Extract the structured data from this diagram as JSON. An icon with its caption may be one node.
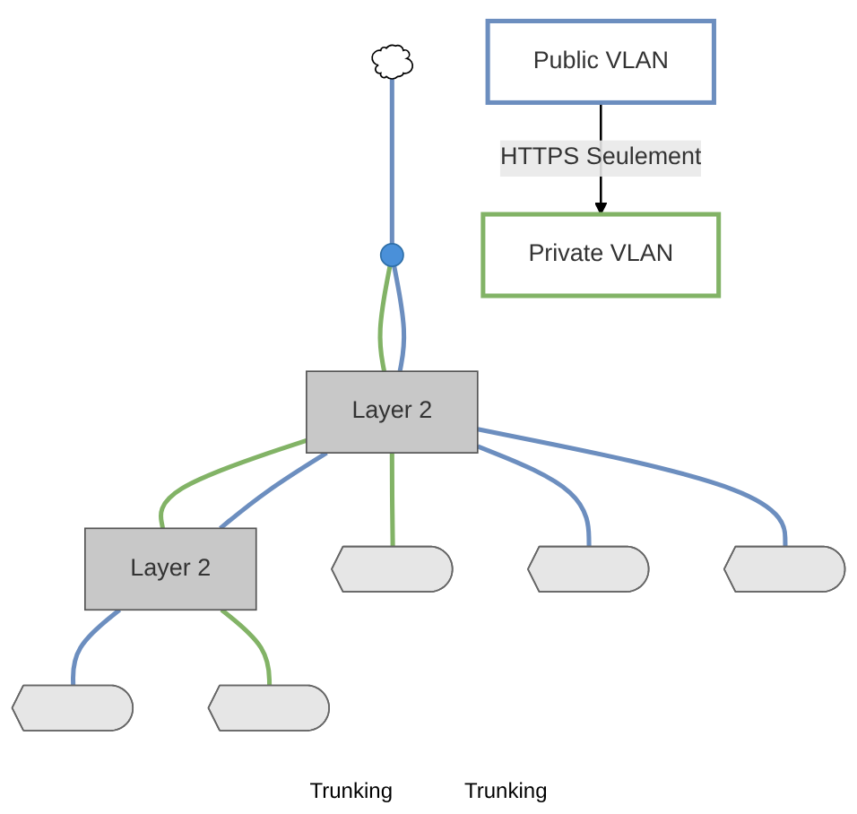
{
  "diagram": {
    "nodes": [
      {
        "text": [],
        "shape": "cloud"
      },
      {
        "text": [],
        "shape": "router"
      },
      {
        "text": [
          "Layer 2"
        ]
      },
      {
        "text": [
          "Layer 2"
        ]
      },
      {
        "text": [],
        "shape": "computer"
      },
      {
        "text": [],
        "shape": "computer"
      },
      {
        "text": [],
        "shape": "computer"
      },
      {
        "text": [],
        "shape": "computer"
      },
      {
        "text": [],
        "shape": "computer"
      },
      {
        "text": [
          "Private VLAN"
        ]
      },
      {
        "text": [
          "Public VLAN"
        ]
      }
    ],
    "edges": [
      {
        "from": 0,
        "to": 1,
        "arrow": "none"
      },
      {
        "from": 1,
        "to": 2,
        "arrow": "none",
        "color": "#82b366"
      },
      {
        "from": 1,
        "to": 2,
        "arrow": "none"
      },
      {
        "from": 2,
        "to": 3,
        "arrow": "none",
        "color": "#82b366"
      },
      {
        "from": 2,
        "to": 3,
        "arrow": "none"
      },
      {
        "from": 2,
        "to": 4,
        "arrow": "none",
        "color": "#82b366"
      },
      {
        "from": 2,
        "to": 5,
        "arrow": "none"
      },
      {
        "from": 2,
        "to": 6,
        "arrow": "none"
      },
      {
        "from": 3,
        "to": 7,
        "arrow": "none"
      },
      {
        "from": 3,
        "to": 8,
        "arrow": "none",
        "color": "#82b366"
      },
      {
        "from": 10,
        "to": 9,
        "arrow": "to",
        "label": "HTTPS Seulement",
        "color": "#000000"
      }
    ],
    "labels": [
      "Trunking",
      "Trunking"
    ]
  }
}
